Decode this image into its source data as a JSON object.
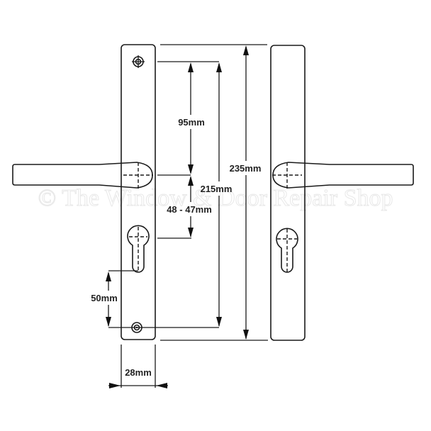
{
  "diagram": {
    "subject": "Door handle backplate dimensions (front and side view)",
    "watermark": "© The Window & Door Repair Shop",
    "dimensions": {
      "screw_to_handle": "95mm",
      "screw_centres": "215mm",
      "overall_height": "235mm",
      "handle_to_cylinder": "48 - 47mm",
      "cylinder_to_bottom_screw": "50mm",
      "plate_width": "28mm"
    },
    "views": [
      {
        "name": "front-view",
        "handle_direction": "left",
        "features": [
          "top-screw",
          "lever-handle",
          "euro-cylinder-cutout",
          "bottom-screw"
        ]
      },
      {
        "name": "side-view",
        "handle_direction": "right",
        "features": [
          "lever-handle",
          "euro-cylinder-cutout"
        ]
      }
    ],
    "colors": {
      "line": "#1a1a1a",
      "background": "#ffffff",
      "watermark": "#e6e6e6"
    }
  }
}
